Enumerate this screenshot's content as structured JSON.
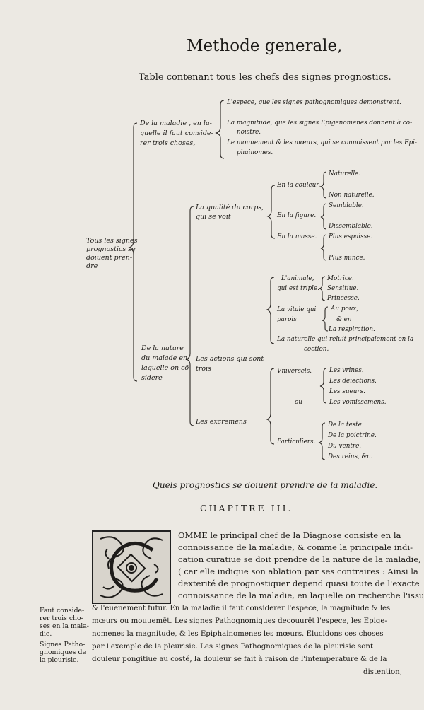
{
  "header": {
    "title": "Methode generale,"
  },
  "table": {
    "title": "Table contenant tous les chefs des signes prognostics.",
    "root": [
      "Tous les signes",
      "prognostics se",
      "doiuent pren-",
      "dre"
    ],
    "maladie": {
      "label": [
        "De la maladie , en la-",
        "quelle il faut conside-",
        "rer trois choses,"
      ],
      "items": [
        [
          "L'espece, que les signes pathognomiques demonstrent."
        ],
        [
          "La magnitude, que les signes Epigenomenes donnent à co-",
          "noistre."
        ],
        [
          "Le mouuement & les mœurs, qui se connoissent par les Epi-",
          "phainomes."
        ]
      ]
    },
    "nature": {
      "label": [
        "De la nature",
        "du malade en",
        "laquelle on cō-",
        "sidere"
      ],
      "qualite": {
        "label": [
          "La qualité du corps,",
          "qui se voit"
        ],
        "couleur": "En la couleur.",
        "couleur_items": [
          "Naturelle.",
          "Non naturelle."
        ],
        "figure": "En la figure.",
        "figure_items": [
          "Semblable.",
          "Dissemblable."
        ],
        "masse": "En la masse.",
        "masse_items": [
          "Plus espaisse.",
          "Plus mince."
        ]
      },
      "actions": {
        "label": [
          "Les actions qui sont",
          "trois"
        ],
        "animale": [
          "L'animale,",
          "qui est triple."
        ],
        "animale_items": [
          "Motrice.",
          "Sensitiue.",
          "Princesse."
        ],
        "vitale": [
          "La vitale qui",
          "parois"
        ],
        "vitale_items": [
          "Au poux,",
          "& en",
          "La respiration."
        ],
        "naturelle": [
          "La naturelle qui reluit principalement en la",
          "coction."
        ]
      },
      "excremens": {
        "label": "Les excremens",
        "vniversels": "Vniversels.",
        "ou": "ou",
        "vniversels_items": [
          "Les vrines.",
          "Les deiections.",
          "Les sueurs.",
          "Les vomissemens."
        ],
        "particuliers": "Particuliers.",
        "particuliers_items": [
          "De la teste.",
          "De la poictrine.",
          "Du ventre.",
          "Des reins, &c."
        ]
      }
    }
  },
  "section": {
    "caption": "Quels prognostics se doiuent prendre de la maladie.",
    "chapter": "CHAPITRE III."
  },
  "body": {
    "lines": [
      "OMME le principal chef de la Diagnose consiste en la",
      "connoissance de la maladie, & comme la principale indi-",
      "cation curatiue se doit prendre de la nature de la maladie,",
      "( car elle indique son ablation par ses contraires : Ainsi la",
      "dexterité de prognostiquer depend quasi toute de l'exacte",
      "connoissance de la maladie, en laquelle on recherche l'issue",
      "& l'euenement futur. En la maladie il faut considerer l'espece, la magnitude & les",
      "mœurs ou mouuemēt. Les signes Pathognomiques decouurēt l'espece, les Epige-",
      "nomenes la magnitude, & les Epiphainomenes les mœurs. Elucidons ces choses",
      "par l'exemple de la pleurisie. Les signes Pathognomiques de la pleurisie sont",
      "douleur pongitiue au costé, la douleur se fait à raison de l'intemperature & de la",
      "distention,"
    ],
    "margin_notes": [
      [
        "Faut conside-",
        "rer trois cho-",
        "ses en la mala-",
        "die."
      ],
      [
        "Signes Patho-",
        "gnomiques de",
        "la pleurisie."
      ]
    ]
  }
}
